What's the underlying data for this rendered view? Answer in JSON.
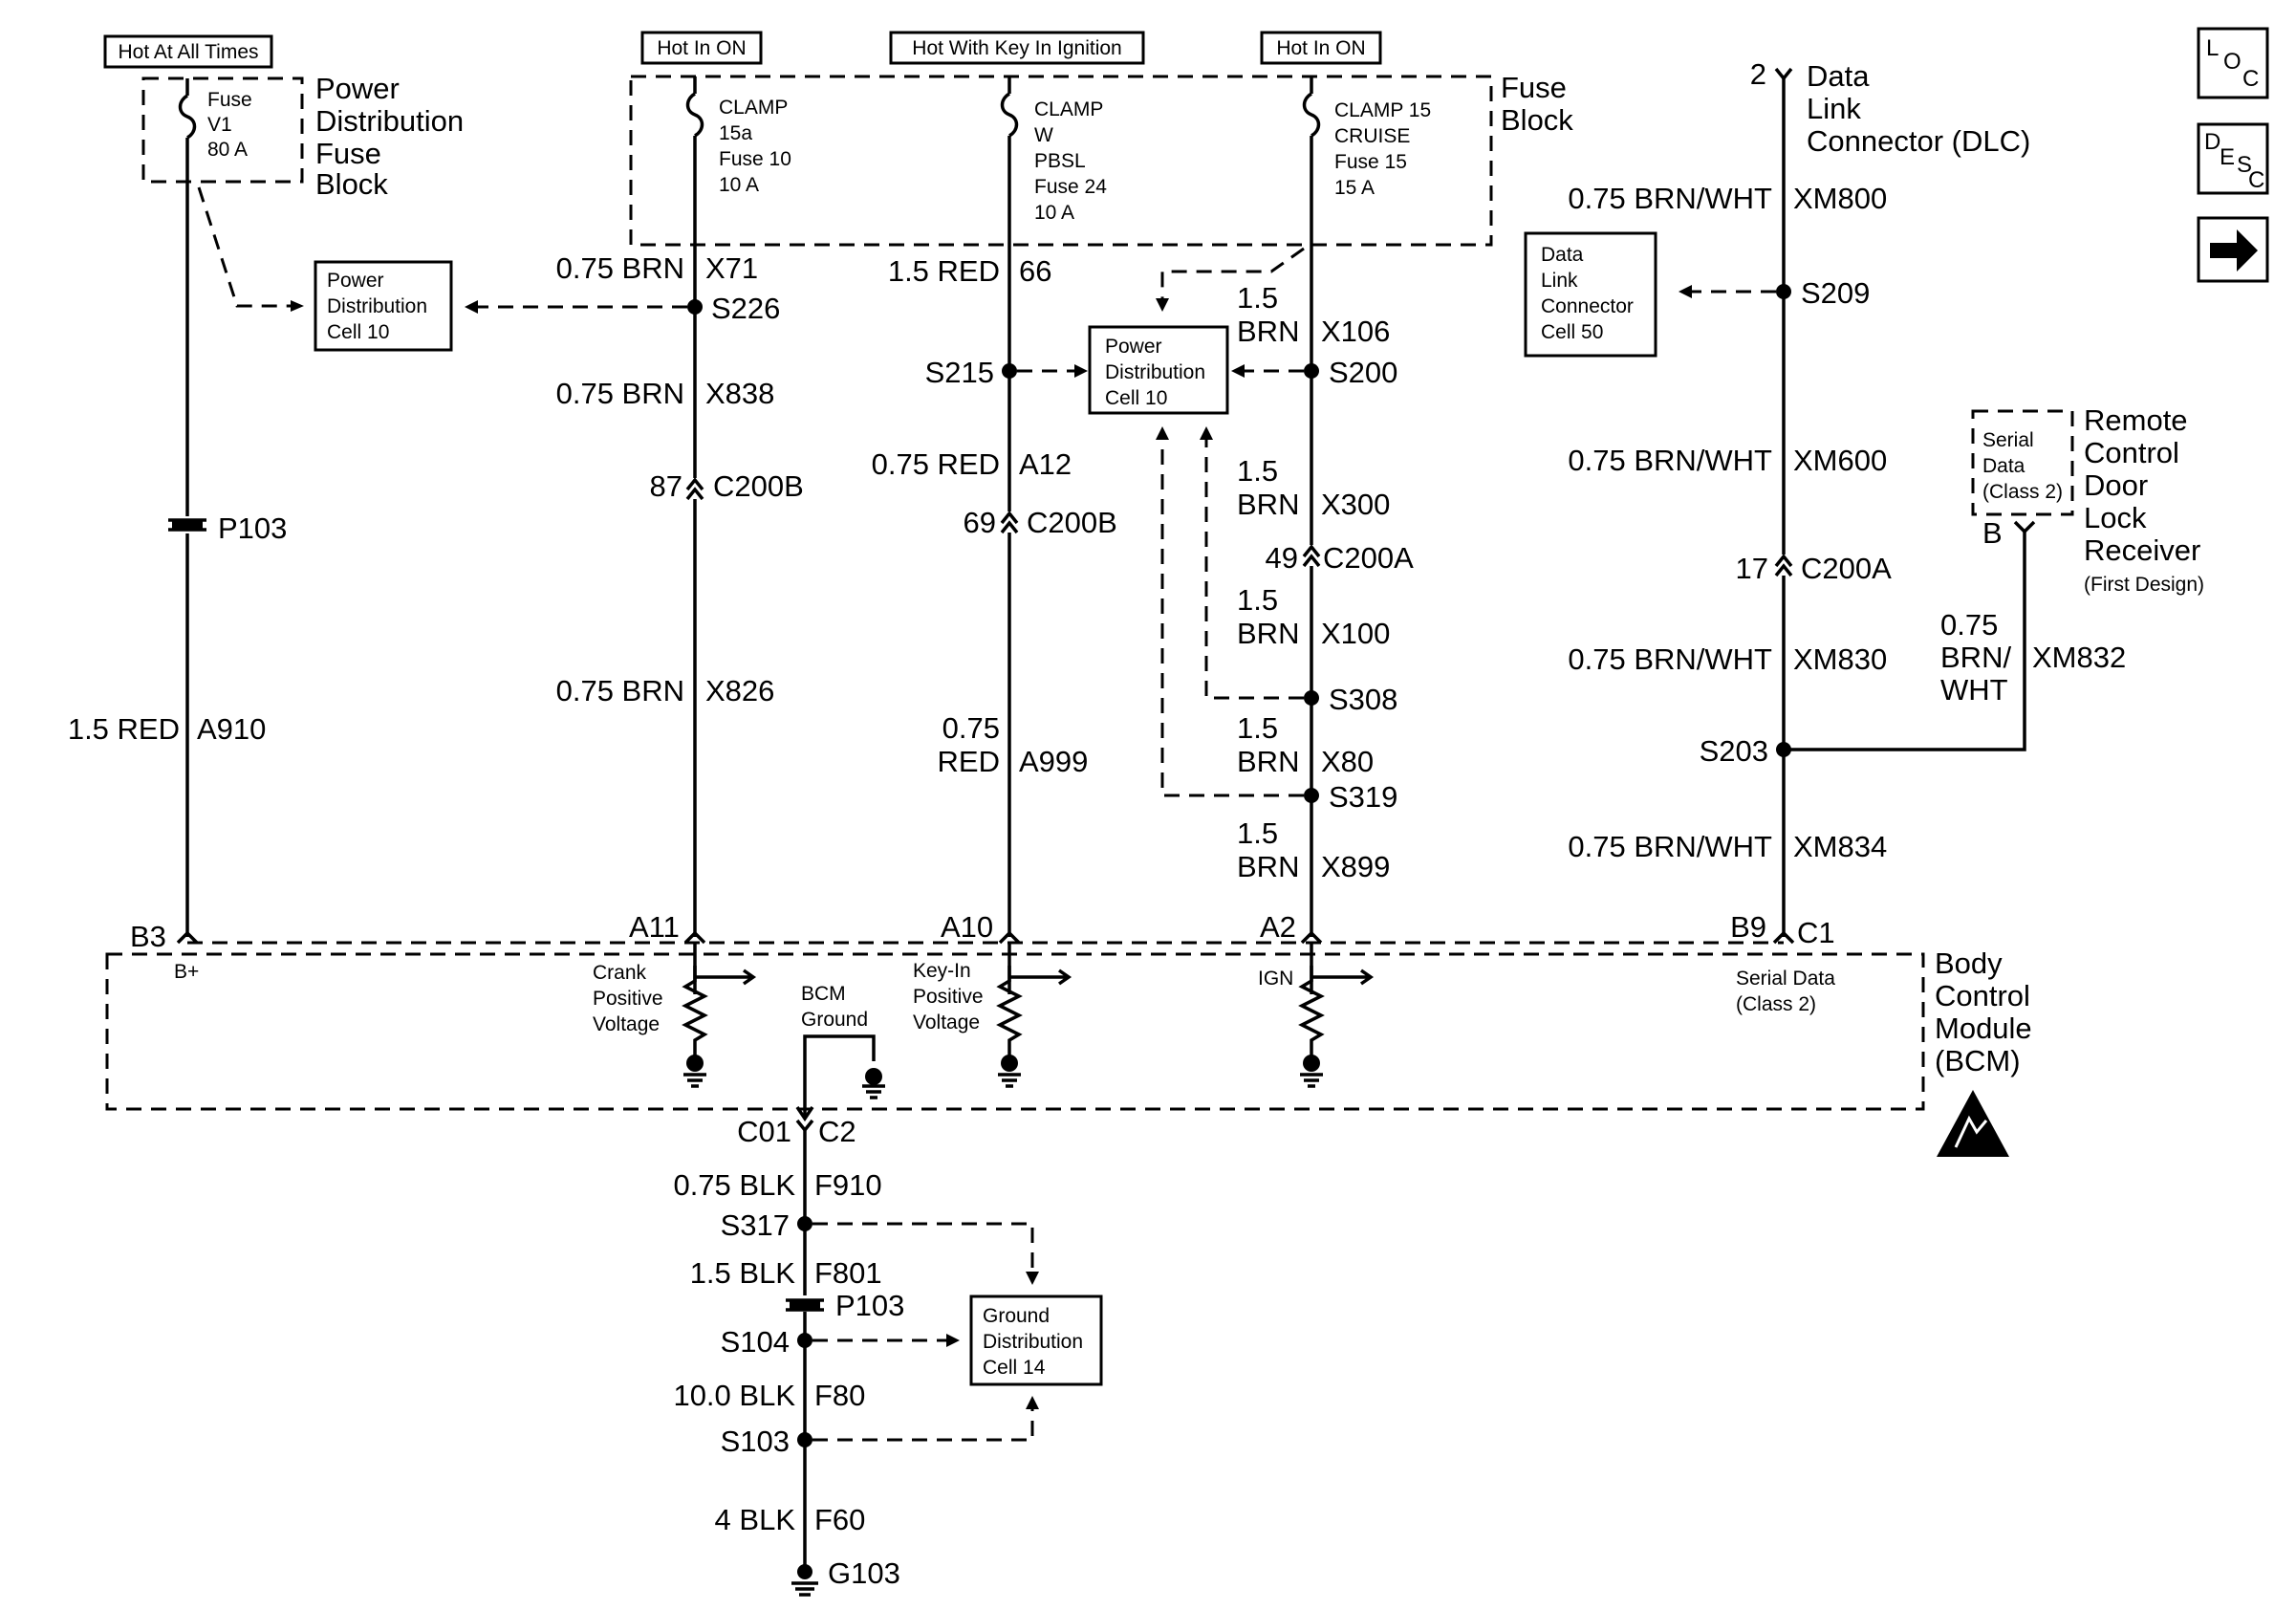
{
  "headers": {
    "hot_all_times": "Hot At All Times",
    "hot_in_on_1": "Hot In ON",
    "hot_with_key": "Hot With Key In Ignition",
    "hot_in_on_2": "Hot In ON"
  },
  "pdfb": {
    "fuse_label": "Fuse",
    "fuse_name": "V1",
    "fuse_amp": "80 A",
    "title": [
      "Power",
      "Distribution",
      "Fuse",
      "Block"
    ]
  },
  "fuse_block": {
    "title": [
      "Fuse",
      "Block"
    ],
    "fuse1": [
      "CLAMP",
      "15a",
      "Fuse 10",
      "10 A"
    ],
    "fuse2": [
      "CLAMP",
      "W",
      "PBSL",
      "Fuse 24",
      "10 A"
    ],
    "fuse3": [
      "CLAMP 15",
      "CRUISE",
      "Fuse 15",
      "15 A"
    ]
  },
  "cells": {
    "pd_cell_left": [
      "Power",
      "Distribution",
      "Cell 10"
    ],
    "pd_cell_center": [
      "Power",
      "Distribution",
      "Cell 10"
    ],
    "dlc_cell": [
      "Data",
      "Link",
      "Connector",
      "Cell 50"
    ],
    "ground_cell": [
      "Ground",
      "Distribution",
      "Cell 14"
    ]
  },
  "circuit_a910": {
    "connector": "P103",
    "wire": "1.5 RED",
    "circuit": "A910",
    "pin": "B3",
    "bcm_label": "B+"
  },
  "circuit_crank": {
    "w1": "0.75 BRN",
    "c1": "X71",
    "splice": "S226",
    "w2": "0.75 BRN",
    "c2": "X838",
    "conn_pin": "87",
    "conn": "C200B",
    "w3": "0.75 BRN",
    "c3": "X826",
    "pin": "A11",
    "bcm_label": [
      "Crank",
      "Positive",
      "Voltage"
    ]
  },
  "circuit_keyin": {
    "w1": "1.5 RED",
    "c1": "66",
    "splice": "S215",
    "w2": "0.75 RED",
    "c2": "A12",
    "conn_pin": "69",
    "conn": "C200B",
    "w3a": "0.75",
    "w3b": "RED",
    "c3": "A999",
    "pin": "A10",
    "bcm_label": [
      "Key-In",
      "Positive",
      "Voltage"
    ]
  },
  "circuit_ign": {
    "w1a": "1.5",
    "w1b": "BRN",
    "c1": "X106",
    "splice1": "S200",
    "w2a": "1.5",
    "w2b": "BRN",
    "c2": "X300",
    "conn_pin": "49",
    "conn": "C200A",
    "w3a": "1.5",
    "w3b": "BRN",
    "c3": "X100",
    "splice2": "S308",
    "w4a": "1.5",
    "w4b": "BRN",
    "c4": "X80",
    "splice3": "S319",
    "w5a": "1.5",
    "w5b": "BRN",
    "c5": "X899",
    "pin": "A2",
    "bcm_label": "IGN"
  },
  "circuit_serial": {
    "dlc_pin": "2",
    "dlc_title": [
      "Data",
      "Link",
      "Connector (DLC)"
    ],
    "w1": "0.75 BRN/WHT",
    "c1": "XM800",
    "splice1": "S209",
    "w2": "0.75 BRN/WHT",
    "c2": "XM600",
    "conn_pin": "17",
    "conn": "C200A",
    "w3": "0.75 BRN/WHT",
    "c3": "XM830",
    "splice2": "S203",
    "w4": "0.75 BRN/WHT",
    "c4": "XM834",
    "pin_b": "B9",
    "pin_c": "C1",
    "bcm_label": [
      "Serial Data",
      "(Class 2)"
    ]
  },
  "rcdlr": {
    "inner": [
      "Serial",
      "Data",
      "(Class 2)"
    ],
    "pin": "B",
    "title": [
      "Remote",
      "Control",
      "Door",
      "Lock",
      "Receiver"
    ],
    "subtitle": "(First Design)",
    "w1": "0.75",
    "w2": "BRN/",
    "w3": "WHT",
    "circuit": "XM832"
  },
  "bcm": {
    "title": [
      "Body",
      "Control",
      "Module",
      "(BCM)"
    ],
    "ground_label": [
      "BCM",
      "Ground"
    ]
  },
  "ground": {
    "conn_left": "C01",
    "conn_right": "C2",
    "w1": "0.75 BLK",
    "c1": "F910",
    "s1": "S317",
    "w2": "1.5 BLK",
    "c2": "F801",
    "conn": "P103",
    "s2": "S104",
    "w3": "10.0 BLK",
    "c3": "F80",
    "s3": "S103",
    "w4": "4 BLK",
    "c4": "F60",
    "g": "G103"
  },
  "nav": {
    "loc": [
      "L",
      "O",
      "C"
    ],
    "desc": [
      "D",
      "E",
      "S",
      "C"
    ],
    "icons": [
      "loc-icon",
      "desc-icon",
      "arrow-right-icon"
    ]
  }
}
